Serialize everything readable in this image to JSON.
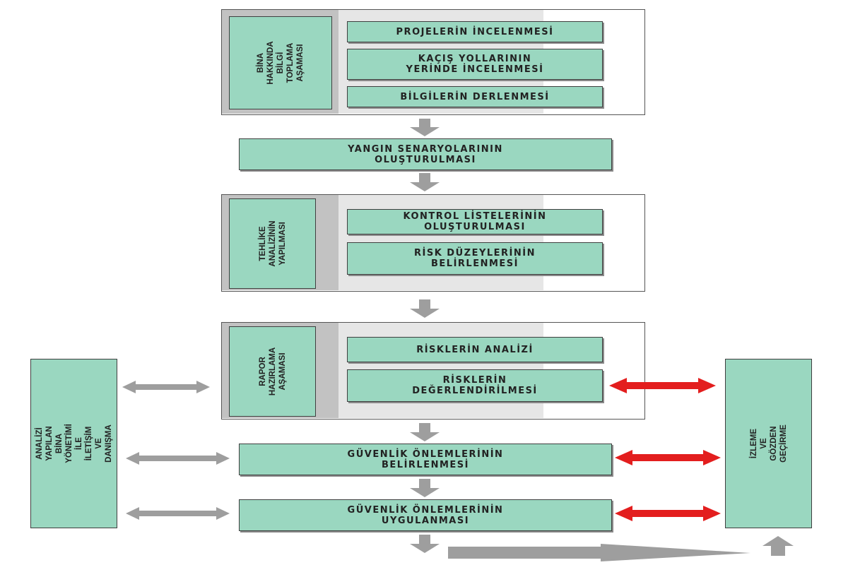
{
  "phase1": {
    "title": "BİNA HAKKINDA\nBİLGİ TOPLAMA\nAŞAMASI",
    "steps": [
      "PROJELERİN İNCELENMESİ",
      "KAÇIŞ YOLLARININ\nYERİNDE İNCELENMESİ",
      "BİLGİLERİN DERLENMESİ"
    ]
  },
  "scenarios": "YANGIN SENARYOLARININ\nOLUŞTURULMASI",
  "phase2": {
    "title": "TEHLİKE ANALİZİNİN\nYAPILMASI",
    "steps": [
      "KONTROL LİSTELERİNİN\nOLUŞTURULMASI",
      "RİSK DÜZEYLERİNİN\nBELİRLENMESİ"
    ]
  },
  "phase3": {
    "title": "RAPOR HAZIRLAMA\nAŞAMASI",
    "steps": [
      "RİSKLERİN ANALİZİ",
      "RİSKLERİN\nDEĞERLENDİRİLMESİ"
    ]
  },
  "measures_define": "GÜVENLİK ÖNLEMLERİNİN\nBELİRLENMESİ",
  "measures_apply": "GÜVENLİK ÖNLEMLERİNİN\nUYGULANMASI",
  "left_panel": "ANALİZİ YAPILAN BİNA YÖNETİMİ İLE\nİLETİŞİM VE DANIŞMA",
  "right_panel": "İZLEME VE GÖZDEN GEÇİRME",
  "colors": {
    "box": "#9ad7c0",
    "gray_arrow": "#9e9e9e",
    "red_arrow": "#e31e1e",
    "frame_stripe": "#c2c2c2"
  }
}
